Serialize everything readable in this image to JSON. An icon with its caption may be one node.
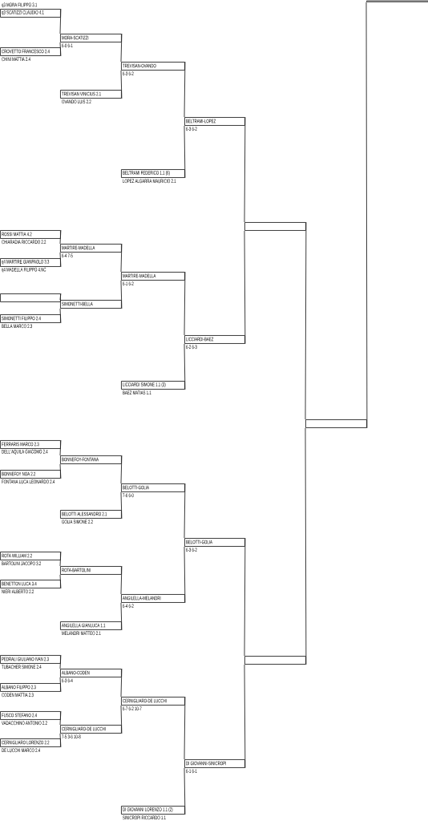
{
  "diagram": {
    "nodes": [
      {
        "text": [
          "q3 MORA FILIPPO 3.1",
          "q3 SCATIZZI CLAUDIO 4.1"
        ]
      },
      {
        "text": [
          "CROVETTO FRANCESCO 2.4",
          "CHINI MATTIA 2.4"
        ]
      },
      {
        "text": [
          "ROSSI MATTIA 4.2",
          "CHIARADIA RICCARDO 2.2"
        ]
      },
      {
        "text": [
          "q4 MARTIRE GIANPAOLO 3.3",
          "q4 MADELLA FILIPPO 4.NC"
        ]
      },
      {
        "text": [],
        "shape": "box"
      },
      {
        "text": [
          "SIMONETTI FILIPPO 2.4",
          "BELLA MARCO 2.3"
        ]
      },
      {
        "text": [
          "FERRARIS MARCO 2.3",
          "DELL'AQUILA GIACOMO 2.4"
        ]
      },
      {
        "text": [
          "BONNEFOY NOA 2.2",
          "FONTANA LUCA LEONARDO 2.4"
        ]
      },
      {
        "text": [
          "ROTA WILLIAM 2.2",
          "BARTOLINI JACOPO 3.2"
        ]
      },
      {
        "text": [
          "BENETTON LUCA 3.4",
          "NIERI ALBERTO 2.2"
        ]
      },
      {
        "text": [
          "PEDRALI GIULIANO IVAN 2.3",
          "TUBACHER SIMONE 2.4"
        ]
      },
      {
        "text": [
          "ALBANO FILIPPO 2.3",
          "CODEN MATTIA 2.3"
        ]
      },
      {
        "text": [
          "FUSCO STEFANO 2.4",
          "VADACCHINO ANTONIO 2.2"
        ]
      },
      {
        "text": [
          "CERNIGLIARO LORENZO 2.2",
          "DE LUCCHI MARCO 2.4"
        ]
      },
      {
        "text": [
          "MORA-SCATIZZI",
          "6-0 6-1"
        ]
      },
      {
        "text": [
          "TREVISAN VINICIUS 2.1",
          "OVANDO LUIS 2.2"
        ]
      },
      {
        "text": [
          "MARTIRE-MADELLA",
          "6-4 7-5"
        ]
      },
      {
        "text": [
          "SIMONETTI-BELLA"
        ]
      },
      {
        "text": [
          "BONNEFOY-FONTANA"
        ]
      },
      {
        "text": [
          "BELOTTI ALESSANDRO 2.1",
          "GOLIA SIMONE 2.2"
        ]
      },
      {
        "text": [
          "ROTA-BARTOLINI"
        ]
      },
      {
        "text": [
          "ANGILELLA GIANLUCA 1.1",
          "MELANDRI MATTEO 2.1"
        ]
      },
      {
        "text": [
          "ALBANO-CODEN",
          "6-3 6-4"
        ]
      },
      {
        "text": [
          "CERNIGLIARO-DE LUCCHI",
          "7-5 3-6 10-8"
        ]
      },
      {
        "text": [
          "TREVISAN-OVANDO",
          "6-3 6-2"
        ]
      },
      {
        "text": [
          "BELTRAMI FEDERICO 1.1 (6)",
          "LOPEZ ALGARRA MAURICIO 2.1"
        ]
      },
      {
        "text": [
          "MARTIRE-MADELLA",
          "6-1 6-2"
        ]
      },
      {
        "text": [
          "LICCIARDI SIMONE 1.1 (3)",
          "BAEZ MATIAS 1.1"
        ]
      },
      {
        "text": [
          "BELOTTI-GOLIA",
          "7-6 6-0"
        ]
      },
      {
        "text": [
          "ANGILELLA-MELANDRI",
          "6-4 6-2"
        ]
      },
      {
        "text": [
          "CERNIGLIARO-DE LUCCHI",
          "6-7 6-2 10-7"
        ]
      },
      {
        "text": [
          "DI GIOVANNI LORENZO 1.1 (2)",
          "SINICROPI RICCARDO 1.1"
        ]
      },
      {
        "text": [
          "BELTRAMI-LOPEZ",
          "6-3 6-2"
        ]
      },
      {
        "text": [
          "LICCIARDI-BAEZ",
          "6-2 6-3"
        ]
      },
      {
        "text": [
          "BELOTTI-GOLIA",
          "6-3 6-2"
        ]
      },
      {
        "text": [
          "DI GIOVANNI-SINICROPI",
          "6-1 6-1"
        ]
      },
      {
        "text": [],
        "shape": "box"
      },
      {
        "text": [],
        "shape": "box"
      },
      {
        "text": [],
        "shape": "box"
      },
      {
        "text": [],
        "shape": "box"
      }
    ],
    "edges": [
      {
        "from": 0,
        "to": 14,
        "arrow": "none"
      },
      {
        "from": 1,
        "to": 14,
        "arrow": "none"
      },
      {
        "from": 2,
        "to": 16,
        "arrow": "none"
      },
      {
        "from": 3,
        "to": 16,
        "arrow": "none"
      },
      {
        "from": 4,
        "to": 17,
        "arrow": "none"
      },
      {
        "from": 5,
        "to": 17,
        "arrow": "none"
      },
      {
        "from": 6,
        "to": 18,
        "arrow": "none"
      },
      {
        "from": 7,
        "to": 18,
        "arrow": "none"
      },
      {
        "from": 8,
        "to": 20,
        "arrow": "none"
      },
      {
        "from": 9,
        "to": 20,
        "arrow": "none"
      },
      {
        "from": 10,
        "to": 22,
        "arrow": "none"
      },
      {
        "from": 11,
        "to": 22,
        "arrow": "none"
      },
      {
        "from": 12,
        "to": 23,
        "arrow": "none"
      },
      {
        "from": 13,
        "to": 23,
        "arrow": "none"
      },
      {
        "from": 14,
        "to": 24,
        "arrow": "none"
      },
      {
        "from": 15,
        "to": 24,
        "arrow": "none"
      },
      {
        "from": 16,
        "to": 26,
        "arrow": "none"
      },
      {
        "from": 17,
        "to": 26,
        "arrow": "none"
      },
      {
        "from": 18,
        "to": 28,
        "arrow": "none"
      },
      {
        "from": 19,
        "to": 28,
        "arrow": "none"
      },
      {
        "from": 20,
        "to": 29,
        "arrow": "none"
      },
      {
        "from": 21,
        "to": 29,
        "arrow": "none"
      },
      {
        "from": 22,
        "to": 30,
        "arrow": "none"
      },
      {
        "from": 23,
        "to": 30,
        "arrow": "none"
      },
      {
        "from": 24,
        "to": 32,
        "arrow": "none"
      },
      {
        "from": 25,
        "to": 32,
        "arrow": "none"
      },
      {
        "from": 26,
        "to": 33,
        "arrow": "none"
      },
      {
        "from": 27,
        "to": 33,
        "arrow": "none"
      },
      {
        "from": 28,
        "to": 34,
        "arrow": "none"
      },
      {
        "from": 29,
        "to": 34,
        "arrow": "none"
      },
      {
        "from": 30,
        "to": 35,
        "arrow": "none"
      },
      {
        "from": 31,
        "to": 35,
        "arrow": "none"
      },
      {
        "from": 32,
        "to": 36,
        "arrow": "none"
      },
      {
        "from": 33,
        "to": 36,
        "arrow": "none"
      },
      {
        "from": 34,
        "to": 37,
        "arrow": "none"
      },
      {
        "from": 35,
        "to": 37,
        "arrow": "none"
      },
      {
        "from": 36,
        "to": 38,
        "arrow": "none"
      },
      {
        "from": 37,
        "to": 38,
        "arrow": "none"
      },
      {
        "from": 38,
        "to": 39,
        "arrow": "none"
      }
    ]
  }
}
